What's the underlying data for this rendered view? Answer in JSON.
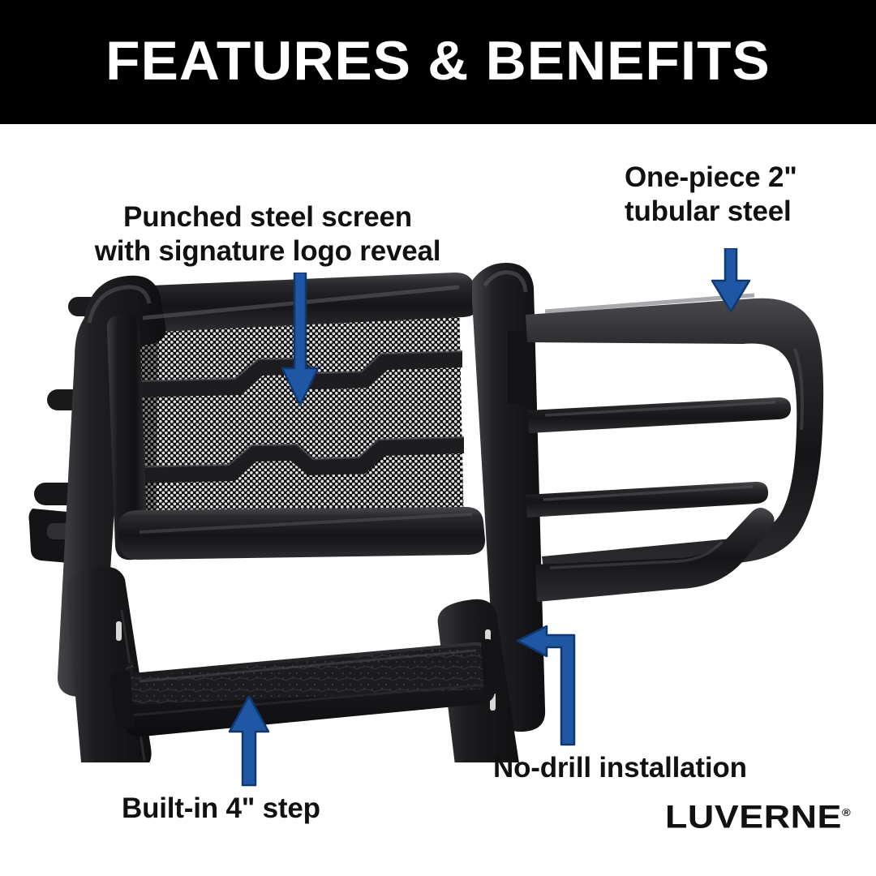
{
  "header": {
    "title": "FEATURES & BENEFITS",
    "background": "#000000",
    "text_color": "#ffffff"
  },
  "theme": {
    "accent_blue": "#1f57a5",
    "page_background": "#ffffff",
    "text_color": "#111111",
    "product_black": "#1a1a1c"
  },
  "callouts": [
    {
      "id": "punched-steel-screen",
      "label": "Punched steel screen\nwith signature logo reveal",
      "arrow": "down"
    },
    {
      "id": "one-piece-tubular-steel",
      "label": "One-piece 2\"\ntubular steel",
      "arrow": "down"
    },
    {
      "id": "built-in-step",
      "label": "Built-in 4\" step",
      "arrow": "up"
    },
    {
      "id": "no-drill-installation",
      "label": "No-drill installation",
      "arrow": "elbow-left"
    }
  ],
  "brand": {
    "name": "LUVERNE",
    "trademark": "®"
  },
  "product": {
    "name": "grille-guard",
    "finish": "textured black"
  }
}
